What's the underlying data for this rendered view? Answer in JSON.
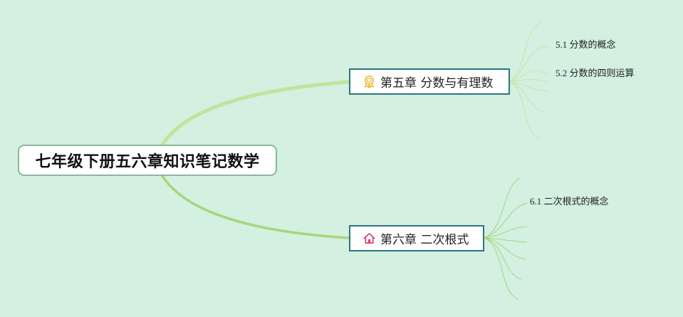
{
  "mindmap": {
    "root": {
      "title": "七年级下册五六章知识笔记数学"
    },
    "chapters": [
      {
        "title": "第五章 分数与有理数",
        "icon": "award-ribbon-icon",
        "icon_color": "#e8b92f",
        "topics": [
          "5.1 分数的概念",
          "5.2 分数的四则运算"
        ]
      },
      {
        "title": "第六章 二次根式",
        "icon": "home-icon",
        "icon_color": "#d4486a",
        "topics": [
          "6.1 二次根式的概念"
        ]
      }
    ]
  },
  "colors": {
    "background": "#d3f0e1",
    "branch": "#a8d57c",
    "node_border": "#2f7480",
    "root_border": "#8ab89a"
  }
}
